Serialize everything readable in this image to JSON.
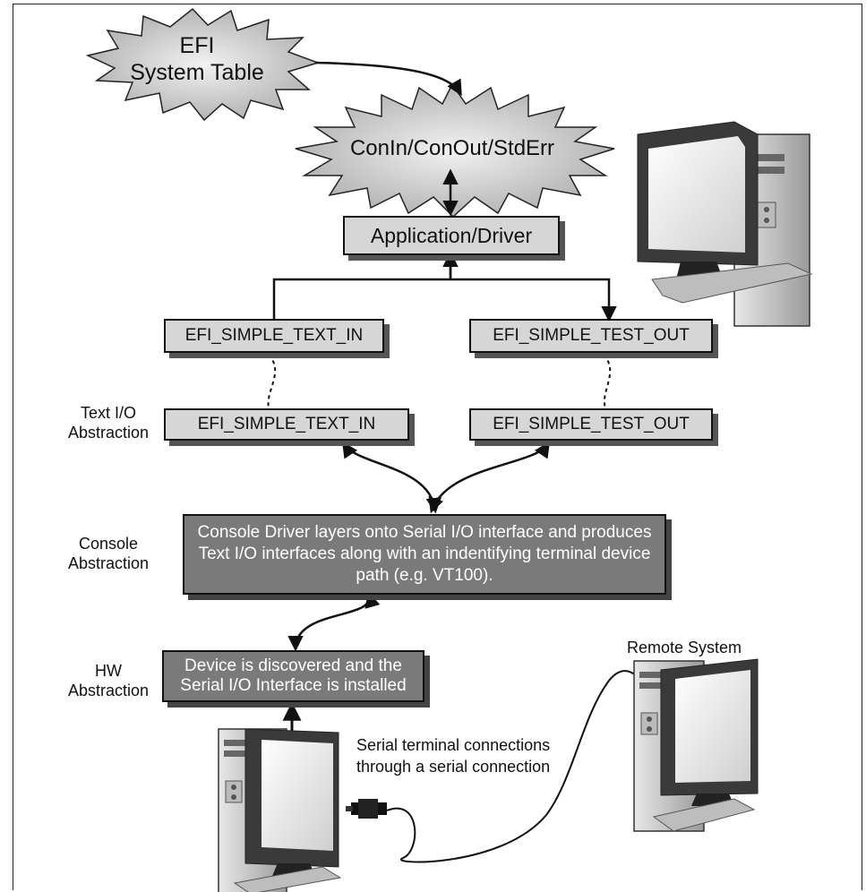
{
  "diagram": {
    "efi_system_table": "EFI\nSystem Table",
    "conin_conout": "ConIn/ConOut/StdErr",
    "application_driver": "Application/Driver",
    "upper_text_in": "EFI_SIMPLE_TEXT_IN",
    "upper_test_out": "EFI_SIMPLE_TEST_OUT",
    "lower_text_in": "EFI_SIMPLE_TEXT_IN",
    "lower_test_out": "EFI_SIMPLE_TEST_OUT",
    "text_io_label": "Text I/O\nAbstraction",
    "console_label": "Console\nAbstraction",
    "console_box": "Console Driver layers onto Serial I/O interface and produces Text I/O interfaces along with an indentifying terminal device path (e.g. VT100).",
    "hw_label": "HW\nAbstraction",
    "hw_box": "Device is discovered and the Serial I/O Interface is installed",
    "remote_system_label": "Remote System",
    "serial_label": "Serial terminal connections\nthrough a serial connection"
  }
}
